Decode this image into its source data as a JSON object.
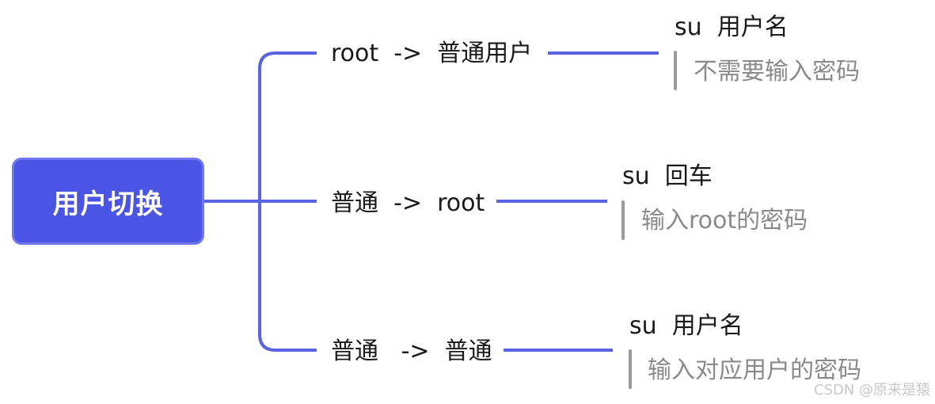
{
  "root": {
    "label": "用户切换"
  },
  "branches": [
    {
      "label": "root  ->  普通用户",
      "leaf_title": "su  用户名",
      "leaf_note": "不需要输入密码"
    },
    {
      "label": "普通  ->  root",
      "leaf_title": "su  回车",
      "leaf_note": "输入root的密码"
    },
    {
      "label": "普通   ->  普通",
      "leaf_title": "su  用户名",
      "leaf_note": "输入对应用户的密码"
    }
  ],
  "watermark": "CSDN @原来是猿",
  "colors": {
    "root_fill": "#4a55e6",
    "connector": "#5a63e0",
    "note_text": "#8a8a8a"
  }
}
